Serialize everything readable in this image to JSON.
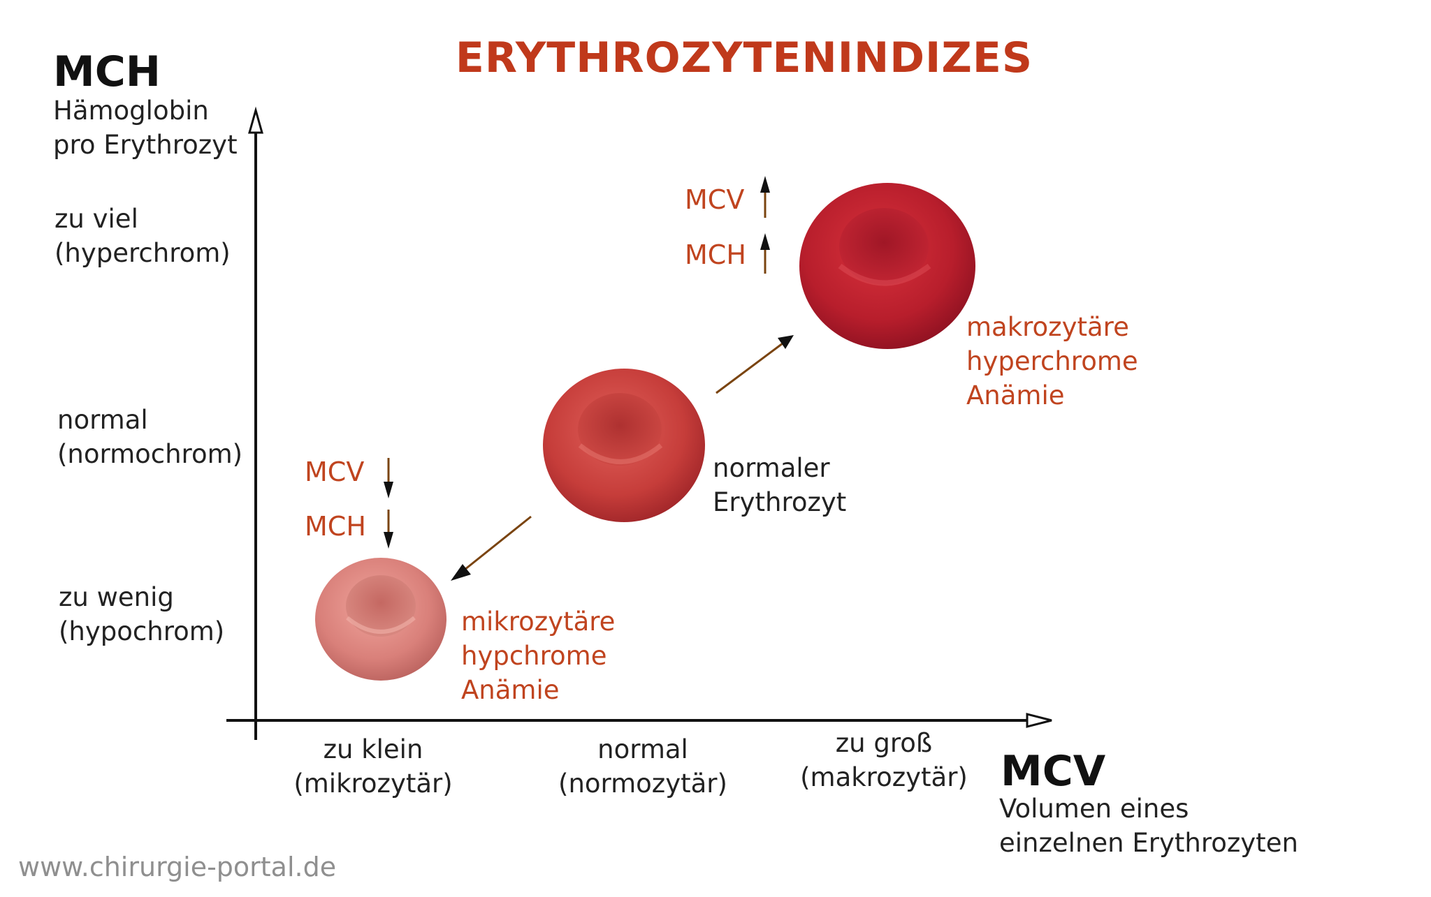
{
  "title": "ERYTHROZYTENINDIZES",
  "y_axis": {
    "name": "MCH",
    "desc_line1": "Hämoglobin",
    "desc_line2": "pro Erythrozyt",
    "levels": [
      {
        "line1": "zu viel",
        "line2": "(hyperchrom)"
      },
      {
        "line1": "normal",
        "line2": "(normochrom)"
      },
      {
        "line1": "zu wenig",
        "line2": "(hypochrom)"
      }
    ]
  },
  "x_axis": {
    "name": "MCV",
    "desc_line1": "Volumen eines",
    "desc_line2": "einzelnen Erythrozyten",
    "levels": [
      {
        "line1": "zu klein",
        "line2": "(mikrozytär)"
      },
      {
        "line1": "normal",
        "line2": "(normozytär)"
      },
      {
        "line1": "zu groß",
        "line2": "(makrozytär)"
      }
    ]
  },
  "cells": {
    "micro": {
      "line1": "mikrozytäre",
      "line2": "hypchrome",
      "line3": "Anämie",
      "color": "#d9807a"
    },
    "normal": {
      "line1": "normaler",
      "line2": "Erythrozyt",
      "color": "#c63d3a"
    },
    "macro": {
      "line1": "makrozytäre",
      "line2": "hyperchrome",
      "line3": "Anämie",
      "color": "#b81e2c"
    }
  },
  "indicators": {
    "low": {
      "mcv": "MCV",
      "mch": "MCH",
      "direction": "down"
    },
    "high": {
      "mcv": "MCV",
      "mch": "MCH",
      "direction": "up"
    }
  },
  "colors": {
    "accent": "#c0391b",
    "arrow": "#7a4410"
  },
  "footer": "www.chirurgie-portal.de"
}
